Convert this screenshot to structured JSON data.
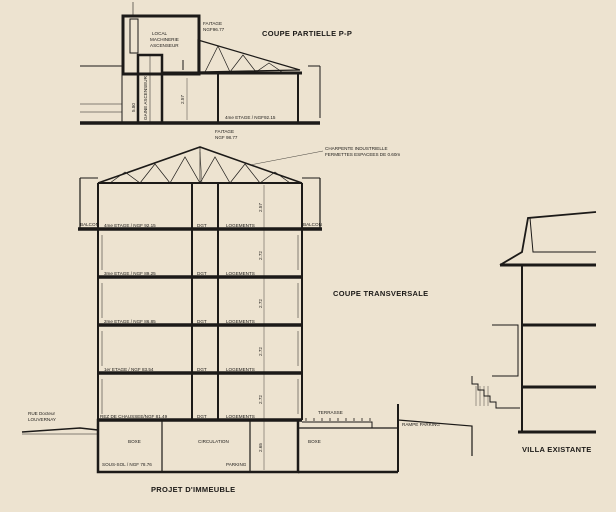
{
  "titles": {
    "partial_section": "COUPE PARTIELLE P-P",
    "transverse_section": "COUPE TRANSVERSALE",
    "project": "PROJET D'IMMEUBLE",
    "existing_villa": "VILLA EXISTANTE"
  },
  "partial": {
    "room": [
      "LOCAL",
      "MACHINERIE",
      "ASCENSEUR"
    ],
    "ridge": [
      "FAITAGE",
      "NGF96.77"
    ],
    "shaft": "GAINE ASCENSEUR",
    "floor4": "4me ETAGE / NGF92.15"
  },
  "transverse": {
    "ridge": [
      "FAITAGE",
      "NGF 98.77"
    ],
    "truss_note": [
      "CHARPENTE INDUSTRIELLE",
      "FERMETTES ESPACEES DE 0.60m"
    ],
    "balcon": "BALCON",
    "levels": [
      {
        "level": "4me ETAGE / NGF 92.15",
        "zone": "DGT",
        "use": "LOGEMENTS"
      },
      {
        "level": "3me ETAGE / NGF 89.25",
        "zone": "DGT",
        "use": "LOGEMENTS"
      },
      {
        "level": "2me ETAGE / NGF 86.85",
        "zone": "DGT",
        "use": "LOGEMENTS"
      },
      {
        "level": "1er ETAGE / NGF 83.54",
        "zone": "DGT",
        "use": "LOGEMENTS"
      },
      {
        "level": "REZ DE CHAUSSEE/NGF 81.49",
        "zone": "DGT",
        "use": "LOGEMENTS"
      }
    ],
    "dims": [
      "2.57",
      "2.72",
      "2.72",
      "2.72",
      "2.72",
      "2.65"
    ],
    "basement": {
      "box": "BOXE",
      "circulation": "CIRCULATION",
      "box2": "BOXE",
      "level": "SOUS-SOL / NGF 78.76",
      "parking": "PARKING"
    },
    "terrasse": "TERRASSE",
    "ramp": "RAMPE PARKING",
    "street": [
      "RUE Docteur",
      "LOUVERNAY"
    ]
  }
}
